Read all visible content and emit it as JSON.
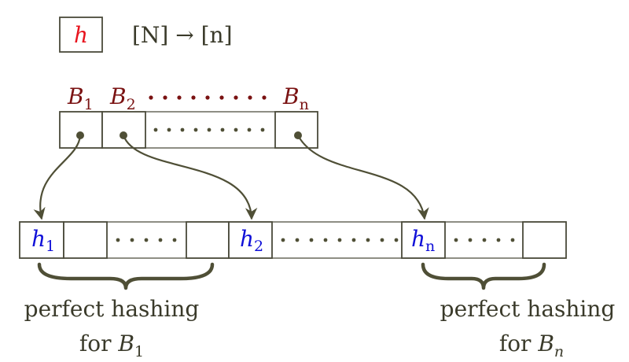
{
  "header": {
    "hash_fn": "h",
    "mapping": "[N] → [n]"
  },
  "buckets": {
    "labels": [
      {
        "base": "B",
        "sub": "1"
      },
      {
        "base": "B",
        "sub": "2"
      },
      {
        "base": "B",
        "sub": "n"
      }
    ]
  },
  "secondary": {
    "labels": [
      {
        "base": "h",
        "sub": "1"
      },
      {
        "base": "h",
        "sub": "2"
      },
      {
        "base": "h",
        "sub": "n"
      }
    ]
  },
  "captions": {
    "left_line1": "perfect hashing",
    "left_line2_prefix": "for ",
    "left_var": "B",
    "left_sub": "1",
    "right_line1": "perfect hashing",
    "right_line2_prefix": "for ",
    "right_var": "B",
    "right_sub": "n"
  },
  "colors": {
    "box_stroke": "#4a4a3a",
    "dark_red": "#7a1212",
    "red": "#e8141e",
    "blue": "#1010d8",
    "olive": "#4f4f36",
    "text_dark": "#3a3a2a"
  }
}
